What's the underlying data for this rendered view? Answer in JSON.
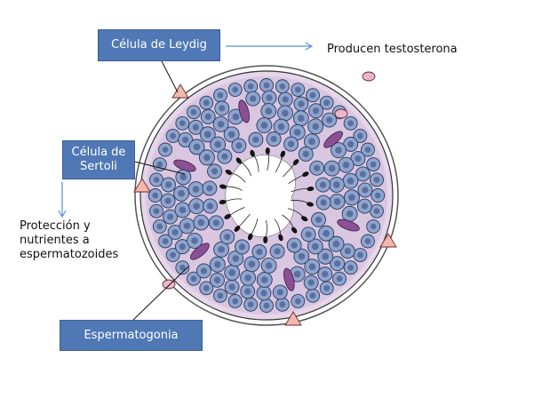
{
  "labels": {
    "leydig": "Célula de Leydig",
    "sertoli": "Célula de\nSertoli",
    "espermatogonia": "Espermatogonia"
  },
  "notes": {
    "leydig": "Producen testosterona",
    "sertoli": "Protección y\nnutrientes a\nespermatozoides"
  },
  "colors": {
    "box_fill": "#4f78b5",
    "cell_blue": "#8fa5cf",
    "cell_nucleus": "#5b6f9c",
    "lumen_tissue": "#d9c6e0",
    "sertoli_purple": "#8a4f95",
    "leydig_pink": "#f2b8b0",
    "arrow": "#5b8fd0"
  }
}
